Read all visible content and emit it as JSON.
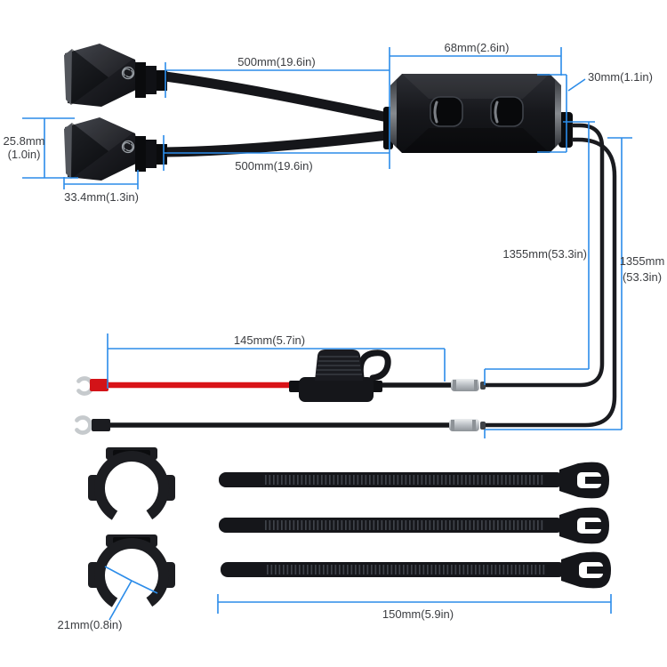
{
  "diagram": {
    "kind": "motorcycle-usb-charger-dimension-diagram",
    "labels": {
      "cable_top": "500mm(19.6in)",
      "cable_bottom": "500mm(19.6in)",
      "control_box_width": "68mm(2.6in)",
      "control_box_height": "30mm(1.1in)",
      "usb_head_height_mm": "25.8mm",
      "usb_head_height_in": "(1.0in)",
      "usb_head_width": "33.4mm(1.3in)",
      "power_cable_inner": "1355mm(53.3in)",
      "power_cable_outer_mm": "1355mm",
      "power_cable_outer_in": "(53.3in)",
      "fuse_lead": "145mm(5.7in)",
      "clip_inner_diameter": "21mm(0.8in)",
      "cable_tie_length": "150mm(5.9in)"
    },
    "colors": {
      "dimension_line": "#2b8ce9",
      "label_text": "#3b3d41",
      "plastic_black": "#15161a",
      "wire_red": "#d91318",
      "terminal_silver": "#c6cacd",
      "background": "#ffffff"
    }
  }
}
